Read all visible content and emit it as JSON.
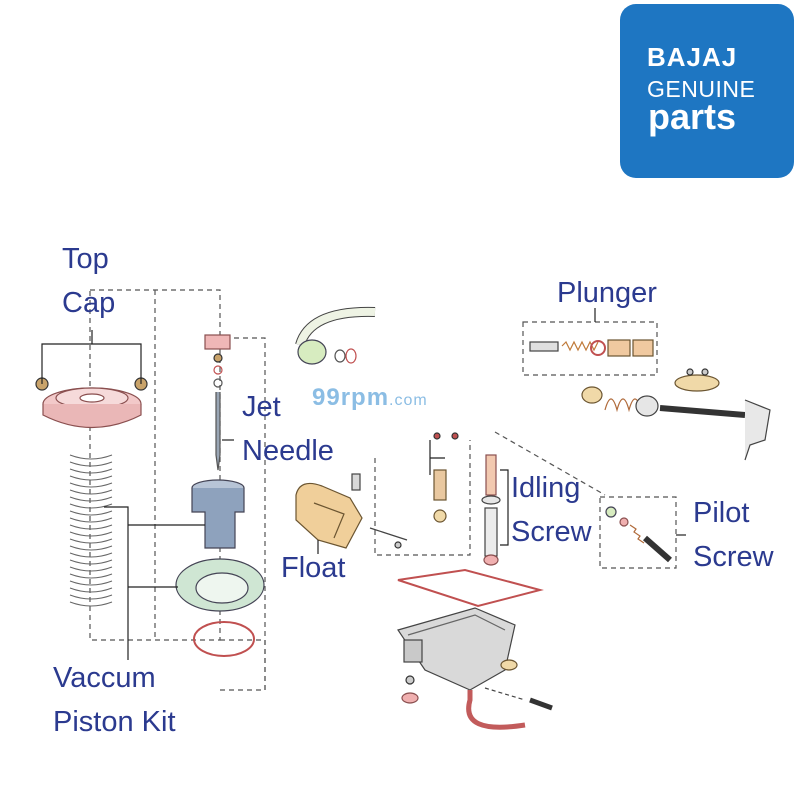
{
  "logo": {
    "brand": "BAJAJ",
    "line2": "GENUINE",
    "line3": "parts"
  },
  "watermark": {
    "main": "99rpm",
    "suffix": ".com"
  },
  "labels": {
    "top_cap": [
      "Top",
      "Cap"
    ],
    "jet_needle": [
      "Jet",
      "Needle"
    ],
    "float": "Float",
    "vaccum_piston_kit": [
      "Vaccum",
      "Piston Kit"
    ],
    "plunger": "Plunger",
    "idling_screw": [
      "Idling",
      "Screw"
    ],
    "pilot_screw": [
      "Pilot",
      "Screw"
    ]
  },
  "colors": {
    "label_text": "#2b3a8f",
    "logo_bg": "#1e76c2"
  }
}
